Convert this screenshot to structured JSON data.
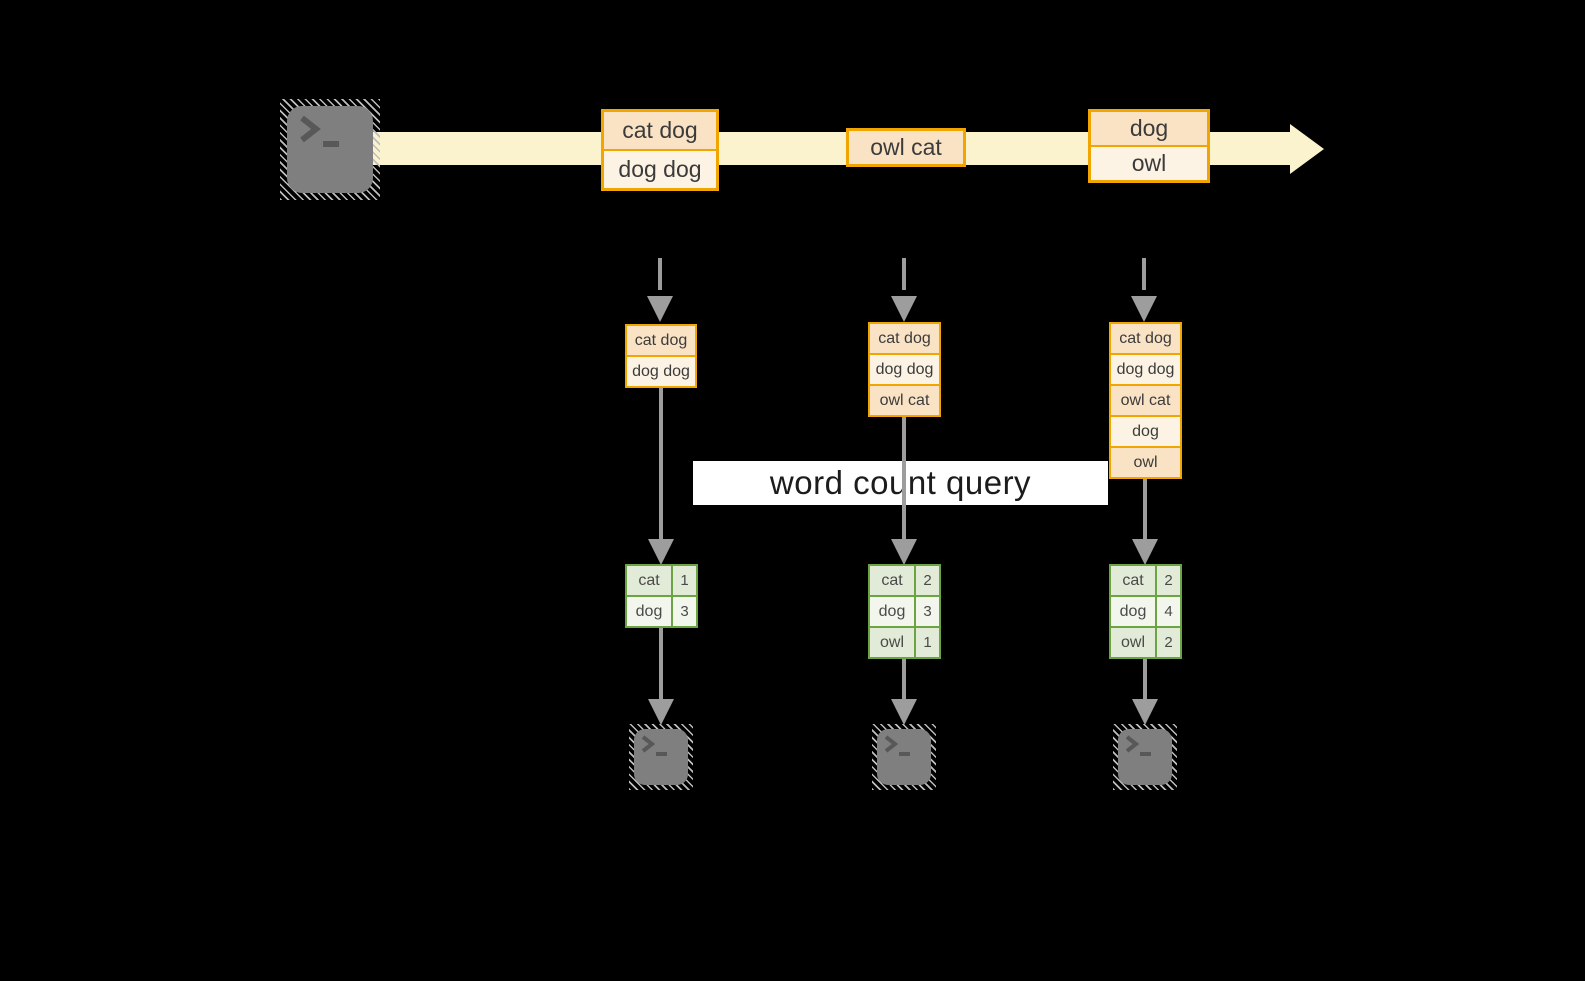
{
  "query_label": "word count query",
  "colors": {
    "background": "#000000",
    "stream_band": "#FBF2CE",
    "gold_border": "#F0A500",
    "peach_fill": "#FAE3C5",
    "cream_fill": "#FDF3E4",
    "green_border": "#6CA443",
    "green_row_dark": "#E2EBD7",
    "green_row_light": "#F2F6EC",
    "arrow_gray": "#9D9D9D",
    "terminal_gray": "#7F7F7F"
  },
  "stream": {
    "source_icon": "terminal-icon",
    "batches": [
      {
        "lines": [
          "cat dog",
          "dog dog"
        ]
      },
      {
        "lines": [
          "owl cat"
        ]
      },
      {
        "lines": [
          "dog",
          "owl"
        ]
      }
    ]
  },
  "states": [
    {
      "lines": [
        "cat dog",
        "dog dog"
      ]
    },
    {
      "lines": [
        "cat dog",
        "dog dog",
        "owl cat"
      ]
    },
    {
      "lines": [
        "cat dog",
        "dog dog",
        "owl cat",
        "dog",
        "owl"
      ]
    }
  ],
  "results": [
    {
      "rows": [
        {
          "word": "cat",
          "count": "1"
        },
        {
          "word": "dog",
          "count": "3"
        }
      ]
    },
    {
      "rows": [
        {
          "word": "cat",
          "count": "2"
        },
        {
          "word": "dog",
          "count": "3"
        },
        {
          "word": "owl",
          "count": "1"
        }
      ]
    },
    {
      "rows": [
        {
          "word": "cat",
          "count": "2"
        },
        {
          "word": "dog",
          "count": "4"
        },
        {
          "word": "owl",
          "count": "2"
        }
      ]
    }
  ],
  "sinks": [
    {
      "icon": "terminal-icon"
    },
    {
      "icon": "terminal-icon"
    },
    {
      "icon": "terminal-icon"
    }
  ]
}
